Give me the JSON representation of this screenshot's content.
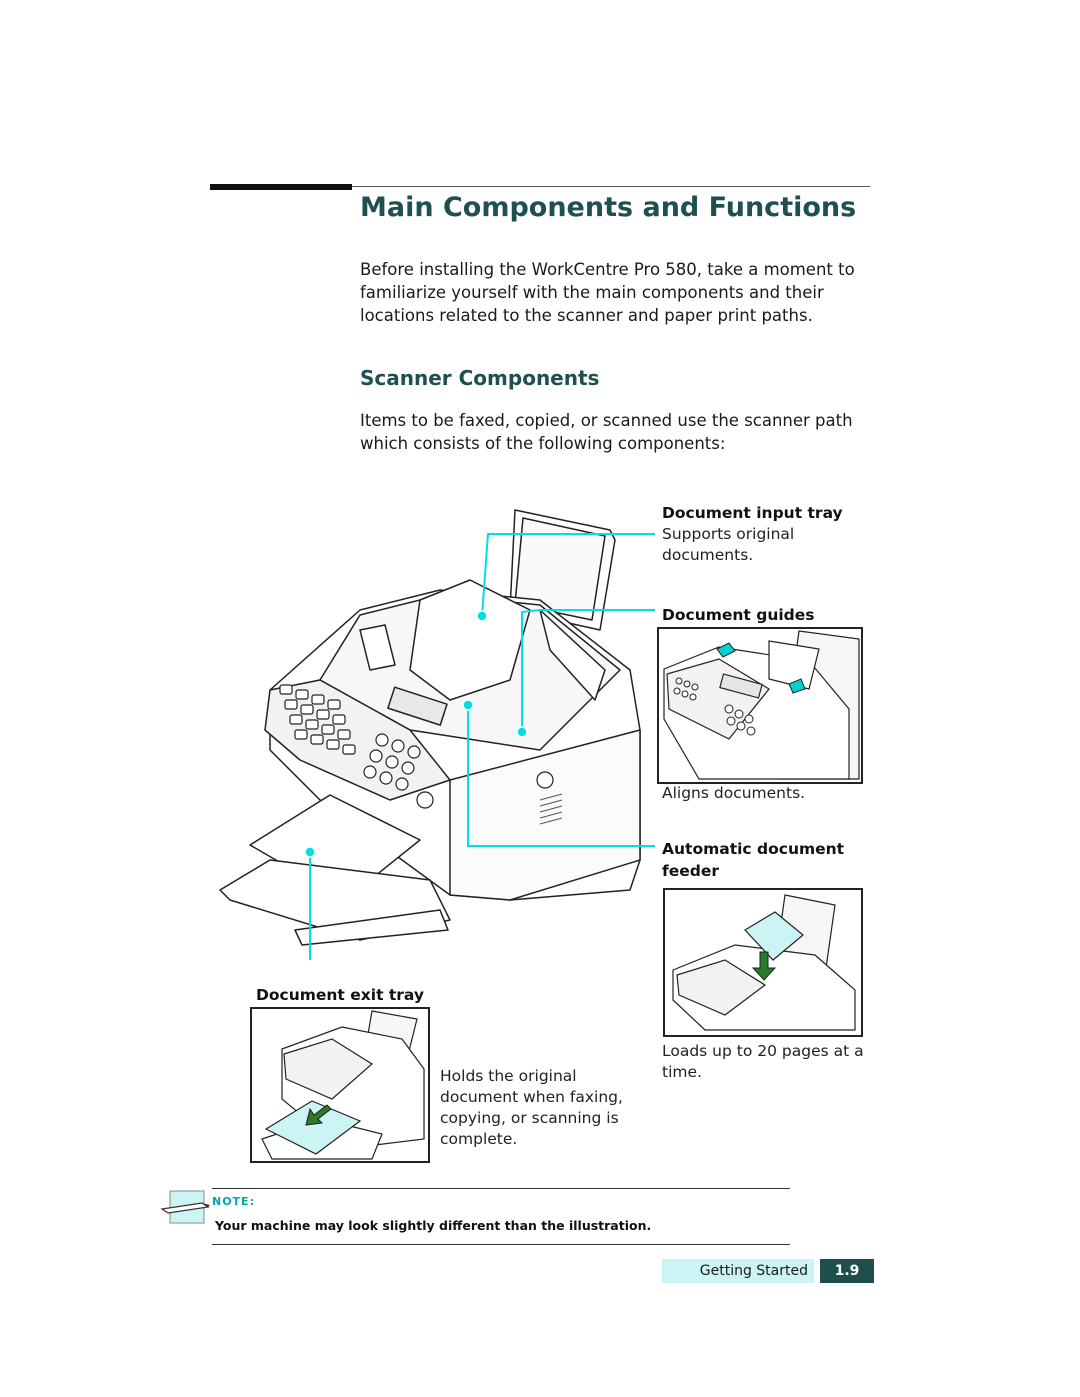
{
  "page": {
    "title": "Main Components and Functions",
    "intro": "Before installing the WorkCentre Pro 580, take a moment to familiarize yourself with the main components and their locations related to the scanner and paper print paths.",
    "section_title": "Scanner Components",
    "section_intro": "Items to be faxed, copied, or scanned use the scanner path which consists of the following components:"
  },
  "components": {
    "input_tray": {
      "title": "Document input tray",
      "desc": "Supports original documents."
    },
    "guides": {
      "title": "Document guides",
      "desc": "Aligns documents."
    },
    "adf": {
      "title": "Automatic document feeder",
      "desc": "Loads up to 20 pages at a time."
    },
    "exit_tray": {
      "title": "Document exit tray",
      "desc": "Holds the original document when faxing, copying, or scanning is complete."
    }
  },
  "note": {
    "label": "NOTE:",
    "text": "Your machine may look slightly different than the illustration."
  },
  "footer": {
    "chapter": "Getting Started",
    "page_number": "1.9"
  },
  "colors": {
    "heading": "#1f4f4f",
    "callout": "#00e0e0",
    "footer_bg": "#cdf4f4",
    "footer_page_bg": "#1e4e4e"
  }
}
